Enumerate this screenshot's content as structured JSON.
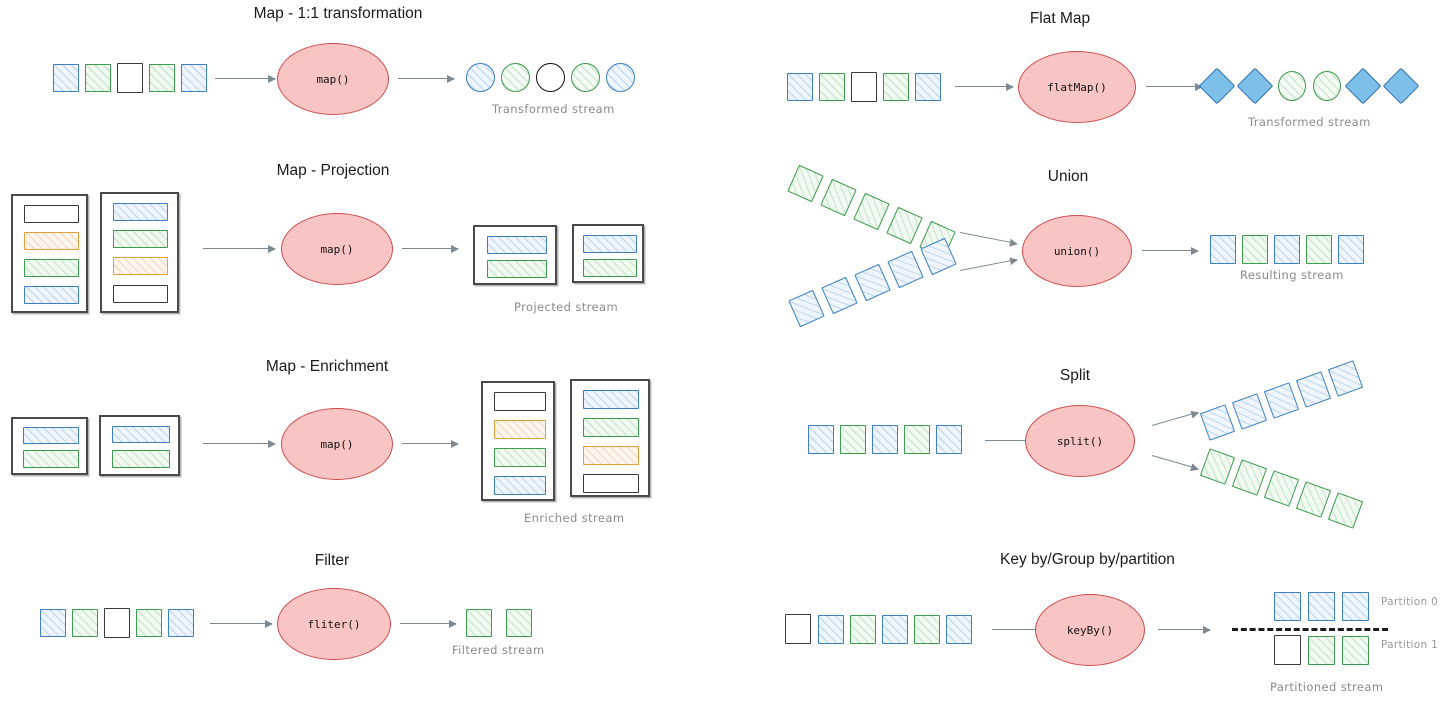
{
  "palette": {
    "blue": "#3d7fc1",
    "green": "#3d9a4e",
    "orange": "#e3a03a",
    "black": "#3a3a3a",
    "operator_fill": "#f9c4c4",
    "operator_stroke": "#cf4b4b",
    "arrow": "#7d8a93",
    "caption": "#8b8b8b",
    "diamond_fill": "#7cc0ea"
  },
  "sections": {
    "map_1_1": {
      "title": "Map - 1:1 transformation",
      "operator": "map()",
      "caption": "Transformed stream",
      "input_tokens": [
        "blue",
        "green",
        "black",
        "green",
        "blue"
      ],
      "output_tokens": [
        "blue",
        "green",
        "black",
        "green",
        "blue"
      ]
    },
    "map_projection": {
      "title": "Map - Projection",
      "operator": "map()",
      "caption": "Projected stream",
      "input_cards": [
        [
          "black",
          "orange",
          "green",
          "blue"
        ],
        [
          "blue",
          "green",
          "orange",
          "black"
        ]
      ],
      "output_cards": [
        [
          "blue",
          "green"
        ],
        [
          "blue",
          "green"
        ]
      ]
    },
    "map_enrichment": {
      "title": "Map - Enrichment",
      "operator": "map()",
      "caption": "Enriched stream",
      "input_cards": [
        [
          "blue",
          "green"
        ],
        [
          "blue",
          "green"
        ]
      ],
      "output_cards": [
        [
          "black",
          "orange",
          "green",
          "blue"
        ],
        [
          "blue",
          "green",
          "orange",
          "black"
        ]
      ]
    },
    "filter": {
      "title": "Filter",
      "operator": "fliter()",
      "caption": "Filtered stream",
      "input_tokens": [
        "blue",
        "green",
        "black",
        "green",
        "blue"
      ],
      "output_tokens": [
        "green",
        "green"
      ]
    },
    "flat_map": {
      "title": "Flat Map",
      "operator": "flatMap()",
      "caption": "Transformed stream",
      "input_tokens": [
        "blue",
        "green",
        "black",
        "green",
        "blue"
      ],
      "output_shapes": [
        "diamond",
        "diamond",
        "circle-green",
        "circle-green",
        "diamond",
        "diamond"
      ]
    },
    "union": {
      "title": "Union",
      "operator": "union()",
      "caption": "Resulting stream",
      "input_stream_top": [
        "green",
        "green",
        "green",
        "green",
        "green"
      ],
      "input_stream_bottom": [
        "blue",
        "blue",
        "blue",
        "blue",
        "blue"
      ],
      "output_tokens": [
        "blue",
        "green",
        "blue",
        "green",
        "blue"
      ]
    },
    "split": {
      "title": "Split",
      "operator": "split()",
      "input_tokens": [
        "blue",
        "green",
        "blue",
        "green",
        "blue"
      ],
      "output_stream_top": [
        "blue",
        "blue",
        "blue",
        "blue",
        "blue"
      ],
      "output_stream_bottom": [
        "green",
        "green",
        "green",
        "green",
        "green"
      ]
    },
    "key_by": {
      "title": "Key by/Group by/partition",
      "operator": "keyBy()",
      "caption": "Partitioned stream",
      "input_tokens": [
        "black",
        "blue",
        "green",
        "blue",
        "green",
        "blue"
      ],
      "partition_0_label": "Partition 0",
      "partition_1_label": "Partition 1",
      "partition_0_tokens": [
        "blue",
        "blue",
        "blue"
      ],
      "partition_1_tokens": [
        "black",
        "green",
        "green"
      ]
    }
  }
}
